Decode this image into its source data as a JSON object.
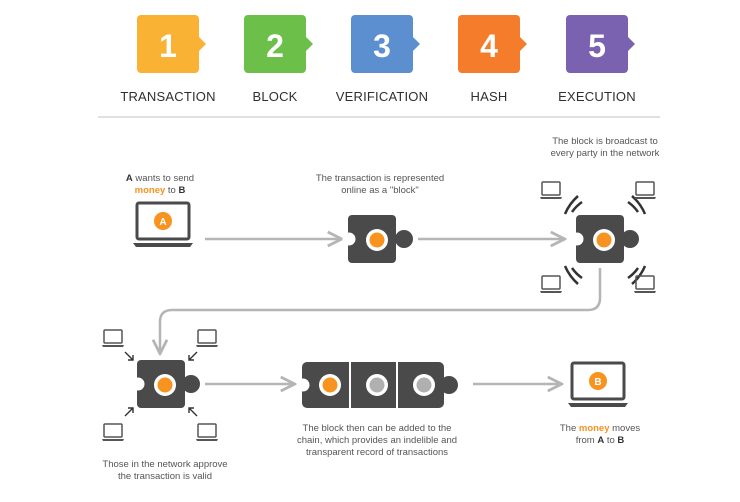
{
  "steps": [
    {
      "number": "1",
      "label": "TRANSACTION",
      "color": "#f9b233"
    },
    {
      "number": "2",
      "label": "BLOCK",
      "color": "#6cc04a"
    },
    {
      "number": "3",
      "label": "VERIFICATION",
      "color": "#5b8fd0"
    },
    {
      "number": "4",
      "label": "HASH",
      "color": "#f47c2a"
    },
    {
      "number": "5",
      "label": "EXECUTION",
      "color": "#7a62b0"
    }
  ],
  "captions": {
    "send_a": "A",
    "send_mid1": " wants to send",
    "send_money": "money",
    "send_mid2": " to ",
    "send_b": "B",
    "represented_l1": "The transaction is represented",
    "represented_l2": "online as a \"block\"",
    "broadcast_l1": "The block is broadcast to",
    "broadcast_l2": "every party in the network",
    "approve_l1": "Those in the network approve",
    "approve_l2": "the transaction is valid",
    "chain_l1": "The block then can be added to the",
    "chain_l2": "chain, which provides an indelible and",
    "chain_l3": "transparent record of transactions",
    "moves_pre": "The ",
    "moves_money": "money",
    "moves_post": " moves",
    "moves_from": "from ",
    "moves_a": "A",
    "moves_to": " to ",
    "moves_b": "B"
  },
  "screen_a_letter": "A",
  "screen_b_letter": "B",
  "colors": {
    "accent": "#f7931e",
    "block": "#4a4a4a",
    "arrow": "#b5b5b5",
    "chain_dot": "#b0b0b0"
  }
}
